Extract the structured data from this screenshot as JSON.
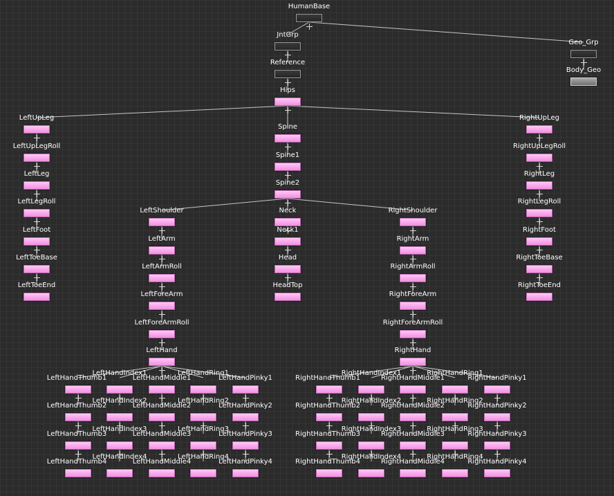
{
  "colors": {
    "background": "#2b2b2b",
    "joint_node": "#f7a6ec",
    "group_node": "#303030",
    "geometry_node": "#8c8c8c",
    "edge": "#c8c8c8"
  },
  "nodes": [
    {
      "id": "HumanBase",
      "label": "HumanBase",
      "type": "group"
    },
    {
      "id": "JntGrp",
      "label": "JntGrp",
      "type": "group"
    },
    {
      "id": "Geo_Grp",
      "label": "Geo_Grp",
      "type": "group"
    },
    {
      "id": "Body_Geo",
      "label": "Body_Geo",
      "type": "geometry"
    },
    {
      "id": "Reference",
      "label": "Reference",
      "type": "group"
    },
    {
      "id": "Hips",
      "label": "Hips",
      "type": "joint"
    },
    {
      "id": "LeftUpLeg",
      "label": "LeftUpLeg",
      "type": "joint"
    },
    {
      "id": "LeftUpLegRoll",
      "label": "LeftUpLegRoll",
      "type": "joint"
    },
    {
      "id": "LeftLeg",
      "label": "LeftLeg",
      "type": "joint"
    },
    {
      "id": "LeftLegRoll",
      "label": "LeftLegRoll",
      "type": "joint"
    },
    {
      "id": "LeftFoot",
      "label": "LeftFoot",
      "type": "joint"
    },
    {
      "id": "LeftToeBase",
      "label": "LeftToeBase",
      "type": "joint"
    },
    {
      "id": "LeftToeEnd",
      "label": "LeftToeEnd",
      "type": "joint"
    },
    {
      "id": "Spine",
      "label": "Spine",
      "type": "joint"
    },
    {
      "id": "Spine1",
      "label": "Spine1",
      "type": "joint"
    },
    {
      "id": "Spine2",
      "label": "Spine2",
      "type": "joint"
    },
    {
      "id": "RightUpLeg",
      "label": "RightUpLeg",
      "type": "joint"
    },
    {
      "id": "RightUpLegRoll",
      "label": "RightUpLegRoll",
      "type": "joint"
    },
    {
      "id": "RightLeg",
      "label": "RightLeg",
      "type": "joint"
    },
    {
      "id": "RightLegRoll",
      "label": "RightLegRoll",
      "type": "joint"
    },
    {
      "id": "RightFoot",
      "label": "RightFoot",
      "type": "joint"
    },
    {
      "id": "RightToeBase",
      "label": "RightToeBase",
      "type": "joint"
    },
    {
      "id": "RightToeEnd",
      "label": "RightToeEnd",
      "type": "joint"
    },
    {
      "id": "LeftShoulder",
      "label": "LeftShoulder",
      "type": "joint"
    },
    {
      "id": "Neck",
      "label": "Neck",
      "type": "joint"
    },
    {
      "id": "Neck1",
      "label": "Neck1",
      "type": "joint"
    },
    {
      "id": "Head",
      "label": "Head",
      "type": "joint"
    },
    {
      "id": "HeadTop",
      "label": "HeadTop",
      "type": "joint"
    },
    {
      "id": "RightShoulder",
      "label": "RightShoulder",
      "type": "joint"
    },
    {
      "id": "LeftArm",
      "label": "LeftArm",
      "type": "joint"
    },
    {
      "id": "LeftArmRoll",
      "label": "LeftArmRoll",
      "type": "joint"
    },
    {
      "id": "LeftForeArm",
      "label": "LeftForeArm",
      "type": "joint"
    },
    {
      "id": "LeftForeArmRoll",
      "label": "LeftForeArmRoll",
      "type": "joint"
    },
    {
      "id": "LeftHand",
      "label": "LeftHand",
      "type": "joint"
    },
    {
      "id": "RightArm",
      "label": "RightArm",
      "type": "joint"
    },
    {
      "id": "RightArmRoll",
      "label": "RightArmRoll",
      "type": "joint"
    },
    {
      "id": "RightForeArm",
      "label": "RightForeArm",
      "type": "joint"
    },
    {
      "id": "RightForeArmRoll",
      "label": "RightForeArmRoll",
      "type": "joint"
    },
    {
      "id": "RightHand",
      "label": "RightHand",
      "type": "joint"
    },
    {
      "id": "LeftHandThumb1",
      "label": "LeftHandThumb1",
      "type": "joint"
    },
    {
      "id": "LeftHandIndex1",
      "label": "LeftHandIndex1",
      "type": "joint"
    },
    {
      "id": "LeftHandMiddle1",
      "label": "LeftHandMiddle1",
      "type": "joint"
    },
    {
      "id": "LeftHandRing1",
      "label": "LeftHandRing1",
      "type": "joint"
    },
    {
      "id": "LeftHandPinky1",
      "label": "LeftHandPinky1",
      "type": "joint"
    },
    {
      "id": "LeftHandThumb2",
      "label": "LeftHandThumb2",
      "type": "joint"
    },
    {
      "id": "LeftHandIndex2",
      "label": "LeftHandIndex2",
      "type": "joint"
    },
    {
      "id": "LeftHandMiddle2",
      "label": "LeftHandMiddle2",
      "type": "joint"
    },
    {
      "id": "LeftHandRing2",
      "label": "LeftHandRing2",
      "type": "joint"
    },
    {
      "id": "LeftHandPinky2",
      "label": "LeftHandPinky2",
      "type": "joint"
    },
    {
      "id": "LeftHandThumb3",
      "label": "LeftHandThumb3",
      "type": "joint"
    },
    {
      "id": "LeftHandIndex3",
      "label": "LeftHandIndex3",
      "type": "joint"
    },
    {
      "id": "LeftHandMiddle3",
      "label": "LeftHandMiddle3",
      "type": "joint"
    },
    {
      "id": "LeftHandRing3",
      "label": "LeftHandRing3",
      "type": "joint"
    },
    {
      "id": "LeftHandPinky3",
      "label": "LeftHandPinky3",
      "type": "joint"
    },
    {
      "id": "LeftHandThumb4",
      "label": "LeftHandThumb4",
      "type": "joint"
    },
    {
      "id": "LeftHandIndex4",
      "label": "LeftHandIndex4",
      "type": "joint"
    },
    {
      "id": "LeftHandMiddle4",
      "label": "LeftHandMiddle4",
      "type": "joint"
    },
    {
      "id": "LeftHandRing4",
      "label": "LeftHandRing4",
      "type": "joint"
    },
    {
      "id": "LeftHandPinky4",
      "label": "LeftHandPinky4",
      "type": "joint"
    },
    {
      "id": "RightHandThumb1",
      "label": "RightHandThumb1",
      "type": "joint"
    },
    {
      "id": "RightHandIndex1",
      "label": "RightHandIndex1",
      "type": "joint"
    },
    {
      "id": "RightHandMiddle1",
      "label": "RightHandMiddle1",
      "type": "joint"
    },
    {
      "id": "RightHandRing1",
      "label": "RightHandRing1",
      "type": "joint"
    },
    {
      "id": "RightHandPinky1",
      "label": "RightHandPinky1",
      "type": "joint"
    },
    {
      "id": "RightHandThumb2",
      "label": "RightHandThumb2",
      "type": "joint"
    },
    {
      "id": "RightHandIndex2",
      "label": "RightHandIndex2",
      "type": "joint"
    },
    {
      "id": "RightHandMiddle2",
      "label": "RightHandMiddle2",
      "type": "joint"
    },
    {
      "id": "RightHandRing2",
      "label": "RightHandRing2",
      "type": "joint"
    },
    {
      "id": "RightHandPinky2",
      "label": "RightHandPinky2",
      "type": "joint"
    },
    {
      "id": "RightHandThumb3",
      "label": "RightHandThumb3",
      "type": "joint"
    },
    {
      "id": "RightHandIndex3",
      "label": "RightHandIndex3",
      "type": "joint"
    },
    {
      "id": "RightHandMiddle3",
      "label": "RightHandMiddle3",
      "type": "joint"
    },
    {
      "id": "RightHandRing3",
      "label": "RightHandRing3",
      "type": "joint"
    },
    {
      "id": "RightHandPinky3",
      "label": "RightHandPinky3",
      "type": "joint"
    },
    {
      "id": "RightHandThumb4",
      "label": "RightHandThumb4",
      "type": "joint"
    },
    {
      "id": "RightHandIndex4",
      "label": "RightHandIndex4",
      "type": "joint"
    },
    {
      "id": "RightHandMiddle4",
      "label": "RightHandMiddle4",
      "type": "joint"
    },
    {
      "id": "RightHandRing4",
      "label": "RightHandRing4",
      "type": "joint"
    },
    {
      "id": "RightHandPinky4",
      "label": "RightHandPinky4",
      "type": "joint"
    }
  ],
  "edges": [
    [
      "HumanBase",
      "JntGrp"
    ],
    [
      "HumanBase",
      "Geo_Grp"
    ],
    [
      "Geo_Grp",
      "Body_Geo"
    ],
    [
      "JntGrp",
      "Reference"
    ],
    [
      "Reference",
      "Hips"
    ],
    [
      "Hips",
      "LeftUpLeg"
    ],
    [
      "Hips",
      "Spine"
    ],
    [
      "Hips",
      "RightUpLeg"
    ],
    [
      "LeftUpLeg",
      "LeftUpLegRoll"
    ],
    [
      "LeftUpLegRoll",
      "LeftLeg"
    ],
    [
      "LeftLeg",
      "LeftLegRoll"
    ],
    [
      "LeftLegRoll",
      "LeftFoot"
    ],
    [
      "LeftFoot",
      "LeftToeBase"
    ],
    [
      "LeftToeBase",
      "LeftToeEnd"
    ],
    [
      "RightUpLeg",
      "RightUpLegRoll"
    ],
    [
      "RightUpLegRoll",
      "RightLeg"
    ],
    [
      "RightLeg",
      "RightLegRoll"
    ],
    [
      "RightLegRoll",
      "RightFoot"
    ],
    [
      "RightFoot",
      "RightToeBase"
    ],
    [
      "RightToeBase",
      "RightToeEnd"
    ],
    [
      "Spine",
      "Spine1"
    ],
    [
      "Spine1",
      "Spine2"
    ],
    [
      "Spine2",
      "LeftShoulder"
    ],
    [
      "Spine2",
      "Neck"
    ],
    [
      "Spine2",
      "RightShoulder"
    ],
    [
      "Neck",
      "Neck1"
    ],
    [
      "Neck1",
      "Head"
    ],
    [
      "Head",
      "HeadTop"
    ],
    [
      "LeftShoulder",
      "LeftArm"
    ],
    [
      "LeftArm",
      "LeftArmRoll"
    ],
    [
      "LeftArmRoll",
      "LeftForeArm"
    ],
    [
      "LeftForeArm",
      "LeftForeArmRoll"
    ],
    [
      "LeftForeArmRoll",
      "LeftHand"
    ],
    [
      "RightShoulder",
      "RightArm"
    ],
    [
      "RightArm",
      "RightArmRoll"
    ],
    [
      "RightArmRoll",
      "RightForeArm"
    ],
    [
      "RightForeArm",
      "RightForeArmRoll"
    ],
    [
      "RightForeArmRoll",
      "RightHand"
    ],
    [
      "LeftHand",
      "LeftHandThumb1"
    ],
    [
      "LeftHand",
      "LeftHandIndex1"
    ],
    [
      "LeftHand",
      "LeftHandMiddle1"
    ],
    [
      "LeftHand",
      "LeftHandRing1"
    ],
    [
      "LeftHand",
      "LeftHandPinky1"
    ],
    [
      "LeftHandThumb1",
      "LeftHandThumb2"
    ],
    [
      "LeftHandThumb2",
      "LeftHandThumb3"
    ],
    [
      "LeftHandThumb3",
      "LeftHandThumb4"
    ],
    [
      "LeftHandIndex1",
      "LeftHandIndex2"
    ],
    [
      "LeftHandIndex2",
      "LeftHandIndex3"
    ],
    [
      "LeftHandIndex3",
      "LeftHandIndex4"
    ],
    [
      "LeftHandMiddle1",
      "LeftHandMiddle2"
    ],
    [
      "LeftHandMiddle2",
      "LeftHandMiddle3"
    ],
    [
      "LeftHandMiddle3",
      "LeftHandMiddle4"
    ],
    [
      "LeftHandRing1",
      "LeftHandRing2"
    ],
    [
      "LeftHandRing2",
      "LeftHandRing3"
    ],
    [
      "LeftHandRing3",
      "LeftHandRing4"
    ],
    [
      "LeftHandPinky1",
      "LeftHandPinky2"
    ],
    [
      "LeftHandPinky2",
      "LeftHandPinky3"
    ],
    [
      "LeftHandPinky3",
      "LeftHandPinky4"
    ],
    [
      "RightHand",
      "RightHandThumb1"
    ],
    [
      "RightHand",
      "RightHandIndex1"
    ],
    [
      "RightHand",
      "RightHandMiddle1"
    ],
    [
      "RightHand",
      "RightHandRing1"
    ],
    [
      "RightHand",
      "RightHandPinky1"
    ],
    [
      "RightHandThumb1",
      "RightHandThumb2"
    ],
    [
      "RightHandThumb2",
      "RightHandThumb3"
    ],
    [
      "RightHandThumb3",
      "RightHandThumb4"
    ],
    [
      "RightHandIndex1",
      "RightHandIndex2"
    ],
    [
      "RightHandIndex2",
      "RightHandIndex3"
    ],
    [
      "RightHandIndex3",
      "RightHandIndex4"
    ],
    [
      "RightHandMiddle1",
      "RightHandMiddle2"
    ],
    [
      "RightHandMiddle2",
      "RightHandMiddle3"
    ],
    [
      "RightHandMiddle3",
      "RightHandMiddle4"
    ],
    [
      "RightHandRing1",
      "RightHandRing2"
    ],
    [
      "RightHandRing2",
      "RightHandRing3"
    ],
    [
      "RightHandRing3",
      "RightHandRing4"
    ],
    [
      "RightHandPinky1",
      "RightHandPinky2"
    ],
    [
      "RightHandPinky2",
      "RightHandPinky3"
    ],
    [
      "RightHandPinky3",
      "RightHandPinky4"
    ]
  ]
}
